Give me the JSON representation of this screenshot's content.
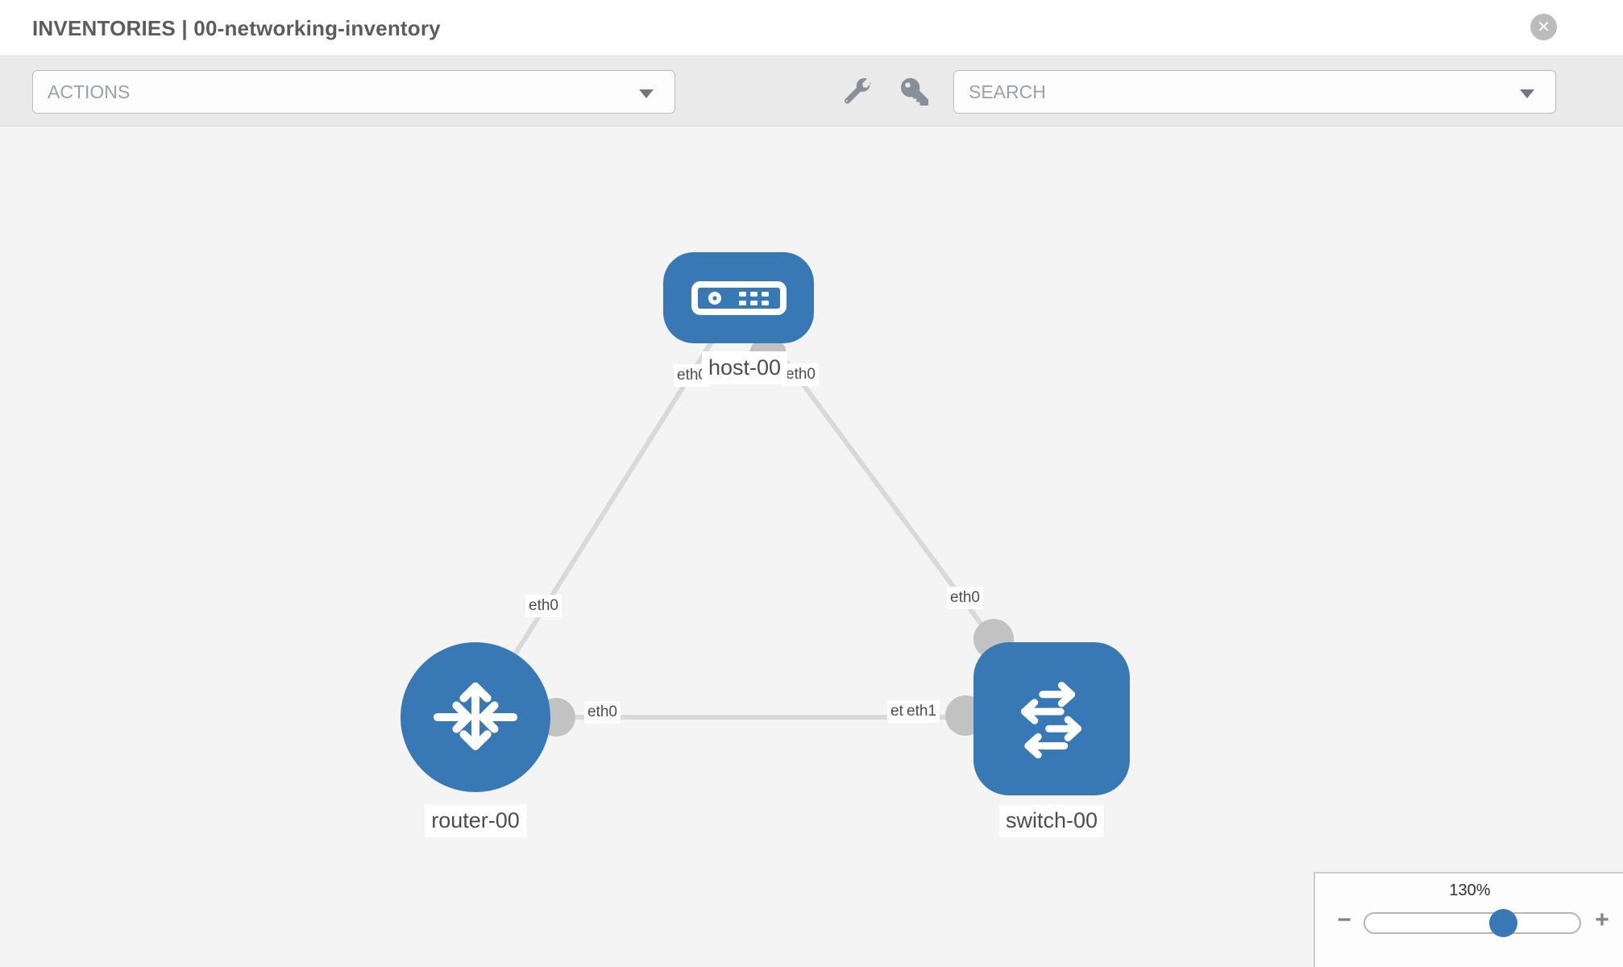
{
  "window": {
    "title": "INVENTORIES | 00-networking-inventory",
    "close_glyph": "✕"
  },
  "toolbar": {
    "actions": {
      "placeholder": "ACTIONS"
    },
    "search": {
      "placeholder": "SEARCH"
    },
    "icons": [
      "wrench-icon",
      "key-icon"
    ]
  },
  "diagram": {
    "nodes": [
      {
        "id": "host-00",
        "type": "host",
        "label": "host-00"
      },
      {
        "id": "router-00",
        "type": "router",
        "label": "router-00"
      },
      {
        "id": "switch-00",
        "type": "switch",
        "label": "switch-00"
      }
    ],
    "edges": [
      {
        "from": "host-00",
        "to": "router-00",
        "from_port": "eth0",
        "to_port": "eth0"
      },
      {
        "from": "host-00",
        "to": "switch-00",
        "from_port": "eth0",
        "to_port": "eth0"
      },
      {
        "from": "router-00",
        "to": "switch-00",
        "from_port": "eth0",
        "to_port": "eth1"
      }
    ],
    "port_labels": [
      "eth0",
      "eth0",
      "eth0",
      "eth0",
      "eth0",
      "eth0",
      "eth1"
    ]
  },
  "zoom_control": {
    "level": "130%",
    "minus_glyph": "−",
    "plus_glyph": "+"
  },
  "colors": {
    "node_blue": "#3878b5",
    "edge_gray": "#d9d9d9",
    "interface_gray": "#c2c2c2",
    "canvas_bg": "#f4f4f4",
    "toolbar_bg": "#eaeaea"
  }
}
